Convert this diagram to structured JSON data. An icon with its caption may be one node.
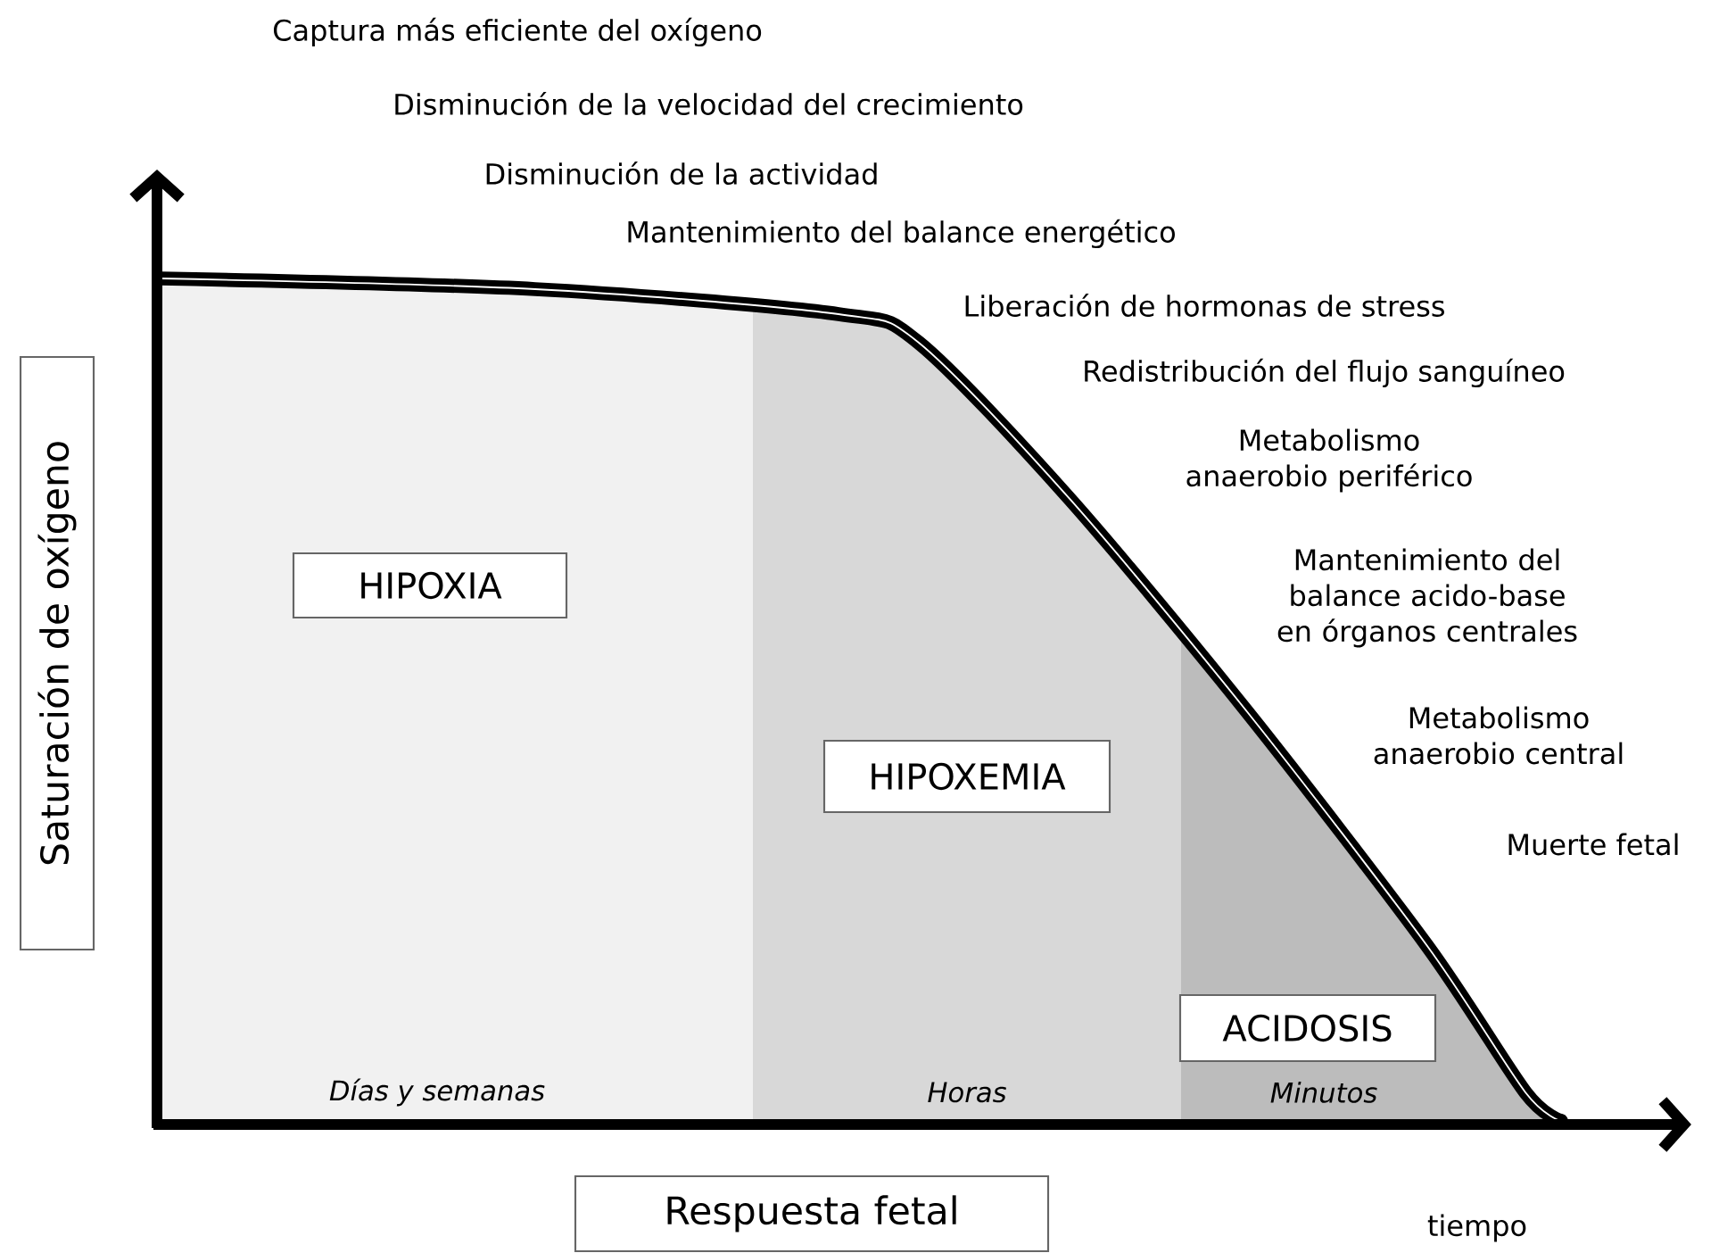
{
  "diagram": {
    "nodes": [
      {
        "text": [
          "Días y semanas"
        ]
      },
      {
        "text": [
          "HIPOXIA"
        ]
      },
      {
        "text": [
          "Horas"
        ]
      },
      {
        "text": [
          "HIPOXEMIA"
        ]
      },
      {
        "text": [
          "Minutos"
        ]
      },
      {
        "text": [
          "ACIDOSIS"
        ]
      },
      {
        "text": [
          "Saturación de oxígeno"
        ]
      },
      {
        "text": [
          "Respuesta fetal"
        ]
      }
    ],
    "labels": [
      "Captura más eficiente del oxígeno",
      "Disminución de la velocidad del crecimiento",
      "Disminución de la actividad",
      "Mantenimiento del balance energético",
      "Liberación de hormonas de stress",
      "Redistribución del flujo sanguíneo",
      "Metabolismo anaerobio periférico",
      "Mantenimiento del balance acido-base en órganos centrales",
      "Metabolismo anaerobio central",
      "Muerte fetal",
      "tiempo"
    ]
  }
}
